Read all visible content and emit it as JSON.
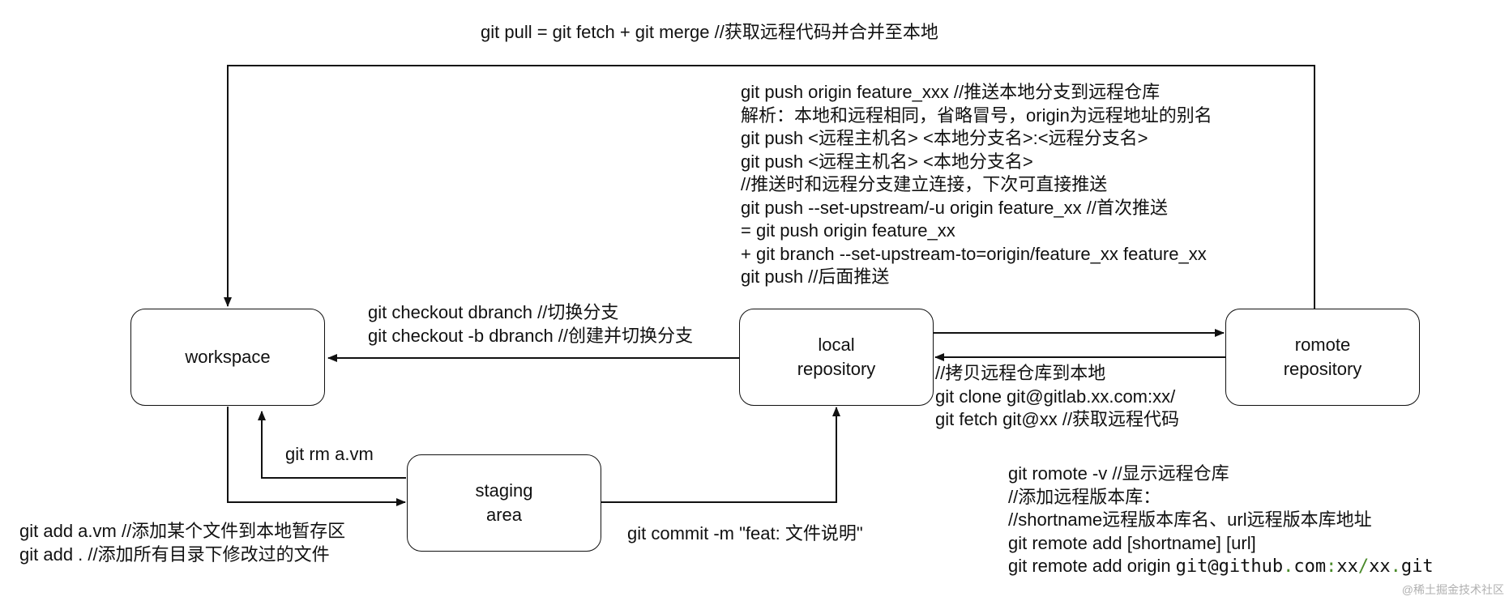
{
  "nodes": {
    "workspace": "workspace",
    "local_repository": "local\nrepository",
    "remote_repository": "romote\nrepository",
    "staging_area": "staging\narea"
  },
  "labels": {
    "top": "git pull = git fetch + git merge //获取远程代码并合并至本地",
    "push": [
      "git push origin feature_xxx  //推送本地分支到远程仓库",
      "解析：本地和远程相同，省略冒号，origin为远程地址的别名",
      "git push <远程主机名>  <本地分支名>:<远程分支名>",
      "git push <远程主机名>  <本地分支名>",
      "//推送时和远程分支建立连接，下次可直接推送",
      "git push --set-upstream/-u  origin feature_xx //首次推送",
      "= git push origin feature_xx",
      "+ git branch --set-upstream-to=origin/feature_xx feature_xx",
      "git push //后面推送"
    ],
    "checkout": [
      "git checkout  dbranch //切换分支",
      "git checkout -b dbranch //创建并切换分支"
    ],
    "clone": [
      "//拷贝远程仓库到本地",
      "git clone git@gitlab.xx.com:xx/",
      "git fetch git@xx //获取远程代码"
    ],
    "rm": "git rm a.vm",
    "add": [
      "git add a.vm //添加某个文件到本地暂存区",
      "git add  .  //添加所有目录下修改过的文件"
    ],
    "commit": "git commit -m \"feat: 文件说明\"",
    "remote": [
      "git romote -v //显示远程仓库",
      "//添加远程版本库：",
      "//shortname远程版本库名、url远程版本库地址",
      "git remote add [shortname] [url]"
    ],
    "remote_add_origin": {
      "prefix": "git remote add origin ",
      "code_a": "git@github",
      "code_dot1": ".",
      "code_b": "com",
      "code_colon": ":",
      "code_c": "xx",
      "code_slash": "/",
      "code_d": "xx",
      "code_dot2": ".",
      "code_e": "git"
    }
  },
  "watermark": "@稀土掘金技术社区",
  "colors": {
    "stroke": "#111111",
    "text": "#111111",
    "code_accent": "#4a8a2a",
    "watermark": "#b0b0b0"
  }
}
